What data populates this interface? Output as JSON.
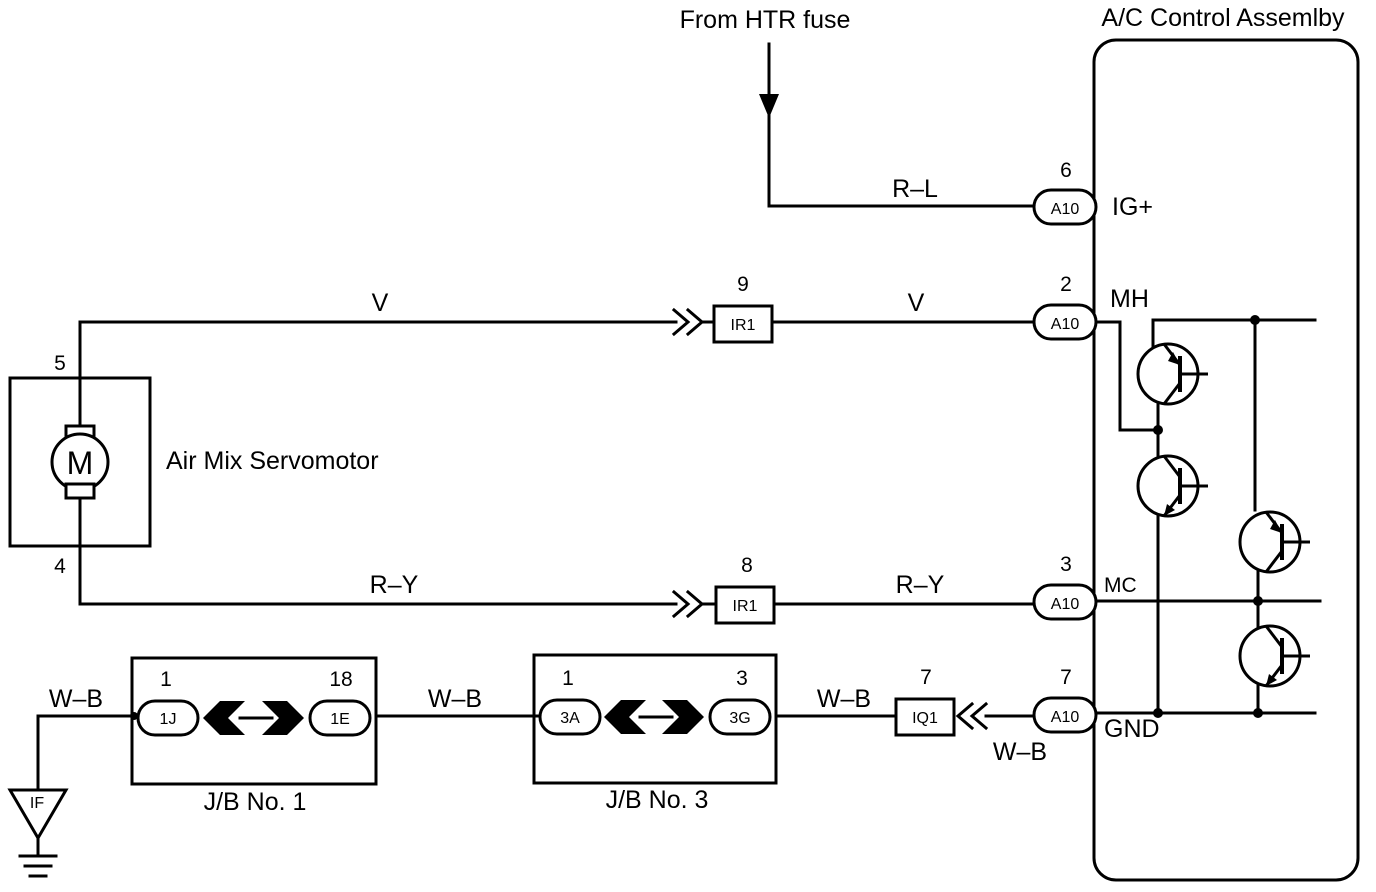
{
  "htr_source": {
    "label": "From HTR fuse"
  },
  "ac_assembly": {
    "title": "A/C Control Assemlby"
  },
  "servomotor": {
    "label": "Air Mix Servomotor",
    "symbol": "M",
    "pin_top": "5",
    "pin_bottom": "4"
  },
  "wires": {
    "rl": "R–L",
    "v_left": "V",
    "v_right": "V",
    "ry_left": "R–Y",
    "ry_right": "R–Y",
    "wb_ground": "W–B",
    "wb_jb1_jb3": "W–B",
    "wb_jb3_iq1": "W–B",
    "wb_iq1_a10": "W–B"
  },
  "a10_connectors": [
    {
      "pin": "6",
      "code": "A10",
      "terminal": "IG+"
    },
    {
      "pin": "2",
      "code": "A10",
      "terminal": "MH"
    },
    {
      "pin": "3",
      "code": "A10",
      "terminal": "MC"
    },
    {
      "pin": "7",
      "code": "A10",
      "terminal": "GND"
    }
  ],
  "inline_connectors": {
    "ir1_top": {
      "pin": "9",
      "code": "IR1"
    },
    "ir1_bottom": {
      "pin": "8",
      "code": "IR1"
    },
    "iq1": {
      "pin": "7",
      "code": "IQ1"
    }
  },
  "junction_blocks": {
    "jb1": {
      "label": "J/B No. 1",
      "left_pin": "1",
      "left_code": "1J",
      "right_pin": "18",
      "right_code": "1E"
    },
    "jb3": {
      "label": "J/B No. 3",
      "left_pin": "1",
      "left_code": "3A",
      "right_pin": "3",
      "right_code": "3G"
    }
  },
  "ground": {
    "code": "IF"
  }
}
